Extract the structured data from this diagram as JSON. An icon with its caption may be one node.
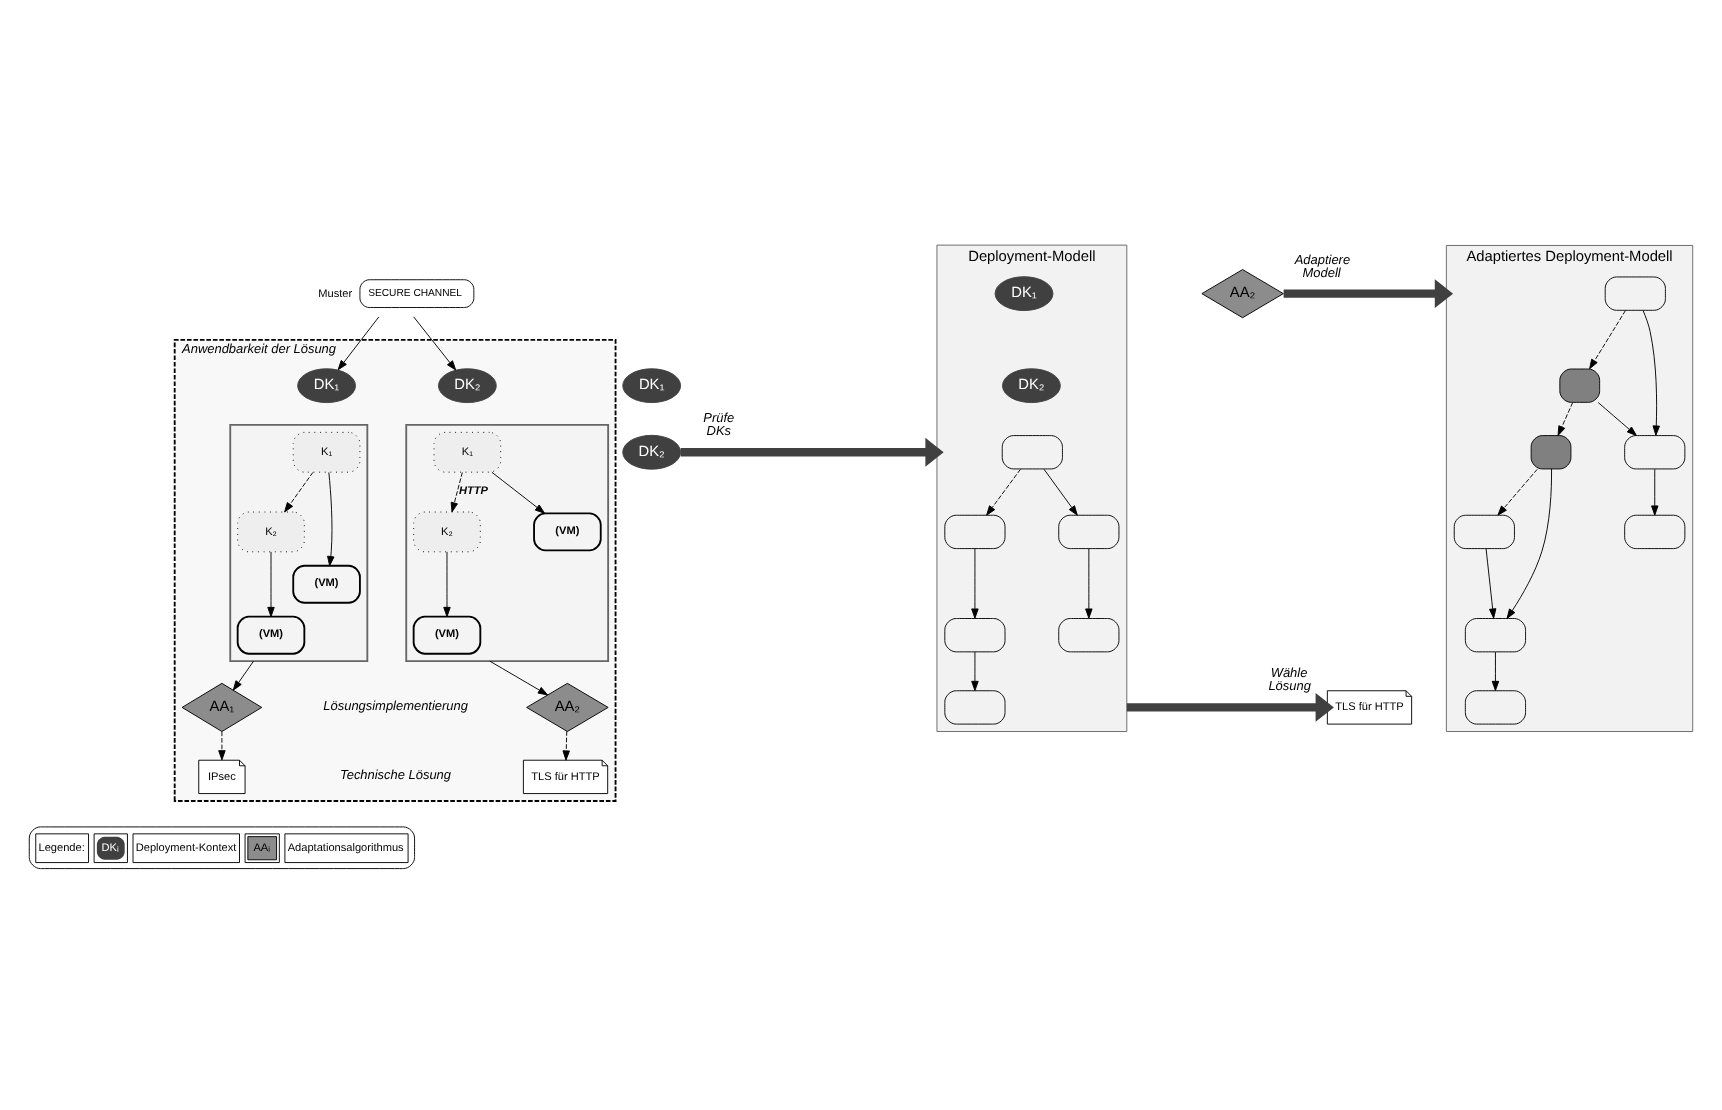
{
  "diagram": {
    "nodes": [
      {
        "text": [
          "SECURE CHANNEL"
        ],
        "beside": [
          "Muster"
        ]
      },
      {
        "text": [
          "Anwendbarkeit der Lösung"
        ]
      },
      {
        "text": [
          "DK₁"
        ],
        "in": 1
      },
      {
        "text": [],
        "shape": "box",
        "in": 1
      },
      {
        "text": [
          "K₁"
        ],
        "in": 3
      },
      {
        "text": [
          "K₂"
        ],
        "in": 3
      },
      {
        "text": [
          "(VM)"
        ],
        "in": 3
      },
      {
        "text": [
          "(VM)"
        ],
        "in": 3
      },
      {
        "text": [
          "DK₂"
        ],
        "in": 1
      },
      {
        "text": [],
        "shape": "box",
        "in": 1
      },
      {
        "text": [
          "K₁"
        ],
        "in": 9
      },
      {
        "text": [
          "K₂"
        ],
        "in": 9
      },
      {
        "text": [
          "(VM)"
        ],
        "in": 9
      },
      {
        "text": [
          "(VM)"
        ],
        "in": 9
      },
      {
        "text": [
          "AA₁"
        ],
        "in": 1
      },
      {
        "text": [
          "AA₂"
        ],
        "in": 1
      },
      {
        "text": [
          "IPsec"
        ],
        "in": 1
      },
      {
        "text": [
          "TLS für HTTP"
        ],
        "in": 1
      },
      {
        "text": [
          "DK₁"
        ]
      },
      {
        "text": [
          "DK₂"
        ]
      },
      {
        "text": [
          "Deployment-Modell"
        ]
      },
      {
        "text": [],
        "shape": "box",
        "in": 20
      },
      {
        "text": [
          "DK₂"
        ],
        "in": 20
      },
      {
        "text": [],
        "shape": "box",
        "in": 20
      },
      {
        "text": [
          "DK₁"
        ],
        "in": 20
      },
      {
        "text": [],
        "shape": "box",
        "in": 20
      },
      {
        "text": [],
        "shape": "box",
        "in": 20
      },
      {
        "text": [],
        "shape": "box",
        "in": 20
      },
      {
        "text": [],
        "shape": "box",
        "in": 20
      },
      {
        "text": [
          "TLS für HTTP"
        ]
      },
      {
        "text": [
          "AA₂"
        ]
      },
      {
        "text": [
          "Adaptiertes Deployment-Modell"
        ]
      },
      {
        "text": [],
        "shape": "box",
        "in": 31
      },
      {
        "text": [],
        "shape": "box",
        "in": 31
      },
      {
        "text": [],
        "shape": "box",
        "in": 31
      },
      {
        "text": [],
        "shape": "box",
        "in": 31
      },
      {
        "text": [],
        "shape": "box",
        "in": 31
      },
      {
        "text": [],
        "shape": "box",
        "in": 31
      },
      {
        "text": [],
        "shape": "box",
        "in": 31
      },
      {
        "text": [],
        "shape": "box",
        "in": 31
      }
    ],
    "edges": [
      {
        "from": 0,
        "to": 2,
        "arrow": "to"
      },
      {
        "from": 0,
        "to": 8,
        "arrow": "to"
      },
      {
        "from": 4,
        "to": 5,
        "arrow": "to",
        "style": "dashed"
      },
      {
        "from": 4,
        "to": 6,
        "arrow": "to"
      },
      {
        "from": 5,
        "to": 7,
        "arrow": "to"
      },
      {
        "from": 10,
        "to": 11,
        "arrow": "to",
        "style": "dashed",
        "label": "HTTP"
      },
      {
        "from": 10,
        "to": 12,
        "arrow": "to"
      },
      {
        "from": 11,
        "to": 13,
        "arrow": "to"
      },
      {
        "from": 3,
        "to": 14,
        "arrow": "to"
      },
      {
        "from": 9,
        "to": 15,
        "arrow": "to"
      },
      {
        "from": 14,
        "to": 16,
        "arrow": "to",
        "style": "dashed"
      },
      {
        "from": 15,
        "to": 17,
        "arrow": "to",
        "style": "dashed"
      },
      {
        "from": 19,
        "to": 20,
        "arrow": "to",
        "style": "thick",
        "label": "Prüfe DKs"
      },
      {
        "from": 21,
        "to": 23,
        "arrow": "to",
        "style": "dashed"
      },
      {
        "from": 21,
        "to": 25,
        "arrow": "to"
      },
      {
        "from": 23,
        "to": 26,
        "arrow": "to"
      },
      {
        "from": 25,
        "to": 27,
        "arrow": "to"
      },
      {
        "from": 26,
        "to": 28,
        "arrow": "to"
      },
      {
        "from": 20,
        "to": 29,
        "arrow": "to",
        "style": "thick",
        "label": "Wähle Lösung"
      },
      {
        "from": 30,
        "to": 31,
        "arrow": "to",
        "style": "thick",
        "label": "Adaptiere Modell"
      },
      {
        "from": 32,
        "to": 33,
        "arrow": "to",
        "style": "dashed"
      },
      {
        "from": 33,
        "to": 34,
        "arrow": "to",
        "style": "dashed"
      },
      {
        "from": 34,
        "to": 35,
        "arrow": "to",
        "style": "dashed"
      },
      {
        "from": 32,
        "to": 36,
        "arrow": "to"
      },
      {
        "from": 33,
        "to": 36,
        "arrow": "to"
      },
      {
        "from": 34,
        "to": 37,
        "arrow": "to"
      },
      {
        "from": 35,
        "to": 37,
        "arrow": "to"
      },
      {
        "from": 36,
        "to": 38,
        "arrow": "to"
      },
      {
        "from": 37,
        "to": 39,
        "arrow": "to"
      }
    ],
    "labels": [
      "Lösungsimplementierung",
      "Technische Lösung",
      "Legende:",
      "DKᵢ",
      "AAᵢ"
    ],
    "legend": [
      {
        "text": "Deployment-Kontext"
      },
      {
        "text": "Adaptationsalgorithmus"
      }
    ]
  }
}
